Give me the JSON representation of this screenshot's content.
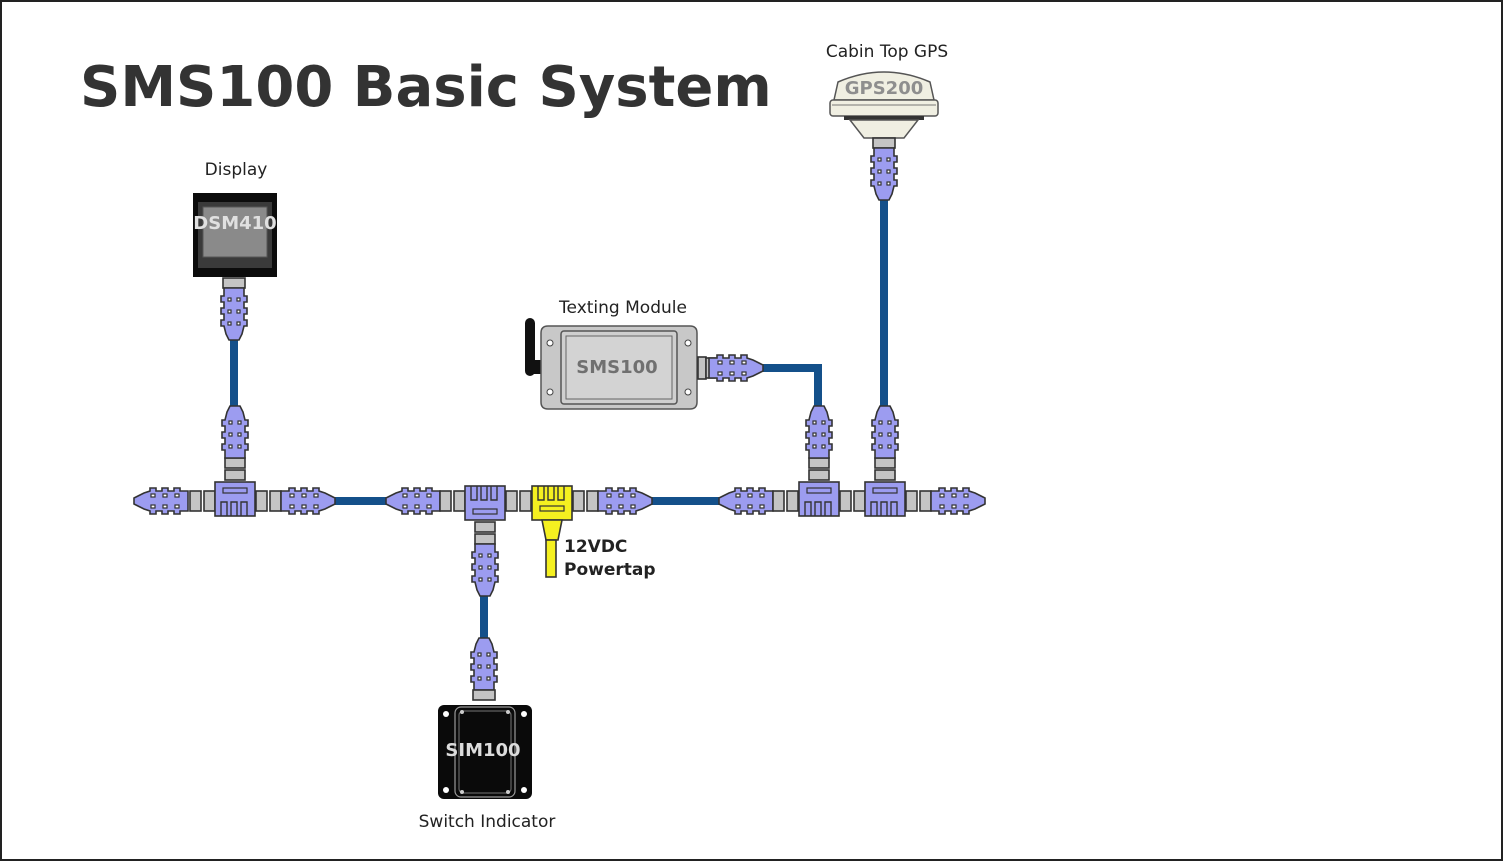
{
  "title": "SMS100 Basic System",
  "colors": {
    "cable": "#14508a",
    "connector": "#9c9cf0",
    "coupler": "#c4c4c4",
    "powertap": "#f5f020",
    "title_text": "#333333"
  },
  "devices": {
    "display": {
      "caption": "Display",
      "model": "DSM410"
    },
    "texting": {
      "caption": "Texting Module",
      "model": "SMS100"
    },
    "gps": {
      "caption": "Cabin Top GPS",
      "model": "GPS200"
    },
    "switch": {
      "caption": "Switch Indicator",
      "model": "SIM100"
    }
  },
  "powertap": {
    "line1": "12VDC",
    "line2": "Powertap"
  },
  "backbone": {
    "tees": [
      "display-tee",
      "switch-tee",
      "texting-tee",
      "gps-tee"
    ],
    "terminators": 2,
    "powertap_count": 1
  }
}
